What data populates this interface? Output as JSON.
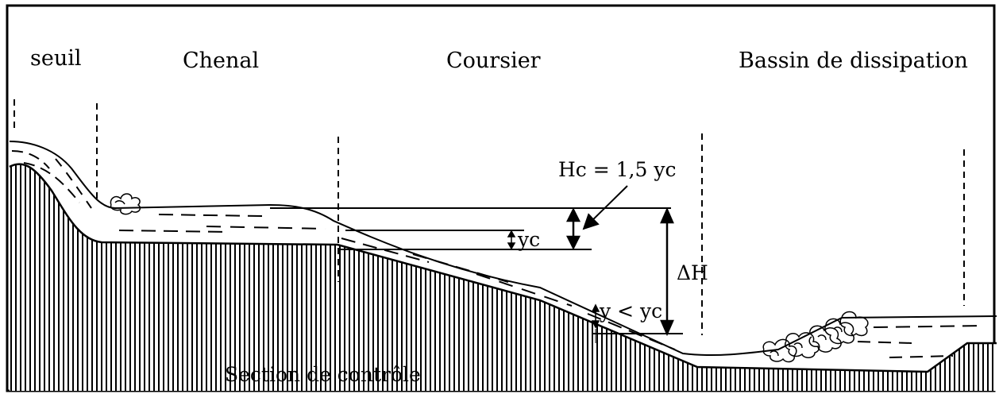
{
  "sections": {
    "seuil": "seuil",
    "chenal": "Chenal",
    "coursier": "Coursier",
    "bassin": "Bassin de dissipation"
  },
  "annotations": {
    "hc_formula": "Hc = 1,5 yc",
    "yc": "yc",
    "delta_h": "ΔH",
    "y_less_yc": "y < yc"
  },
  "bottom_label": "Section de contrôle"
}
